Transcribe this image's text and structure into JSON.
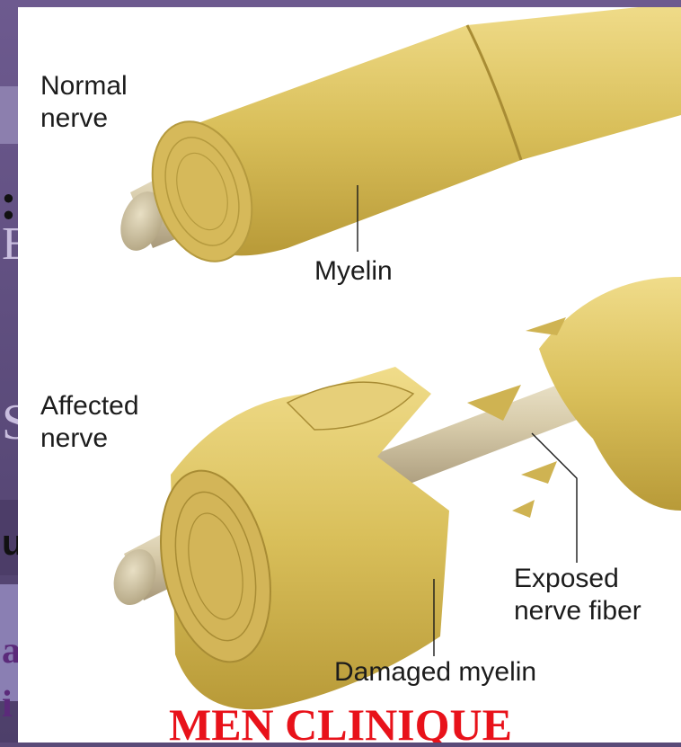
{
  "slide_background": {
    "fragments": [
      ":",
      "E",
      "S",
      "u",
      "a",
      "i"
    ],
    "bottom_title": "MEN CLINIQUE",
    "colors": {
      "purple": "#5a4a78",
      "title_red": "#e8121a"
    }
  },
  "figure": {
    "labels": {
      "normal_nerve": "Normal\nnerve",
      "myelin": "Myelin",
      "affected_nerve": "Affected\nnerve",
      "exposed_nerve_fiber": "Exposed\nnerve fiber",
      "damaged_myelin": "Damaged myelin"
    },
    "colors": {
      "myelin": "#d9c46a",
      "fiber": "#d8ceb0",
      "outline": "#1a1a1a"
    }
  }
}
